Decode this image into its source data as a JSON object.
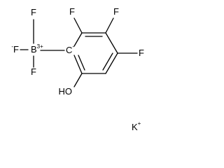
{
  "molecule": {
    "boron": {
      "symbol": "B",
      "charge": "3+"
    },
    "fluorine_top": {
      "symbol": "F"
    },
    "fluorine_left": {
      "symbol": "F",
      "charge": "-"
    },
    "fluorine_bottom": {
      "symbol": "F"
    },
    "carbanion": {
      "symbol": "C",
      "charge": "-"
    },
    "ring_fluorine_1": {
      "symbol": "F"
    },
    "ring_fluorine_2": {
      "symbol": "F"
    },
    "ring_fluorine_3": {
      "symbol": "F"
    },
    "hydroxyl": {
      "label": "HO"
    },
    "counterion": {
      "symbol": "K",
      "charge": "+"
    }
  },
  "colors": {
    "bond": "#000000",
    "text": "#000000",
    "background": "#ffffff"
  }
}
